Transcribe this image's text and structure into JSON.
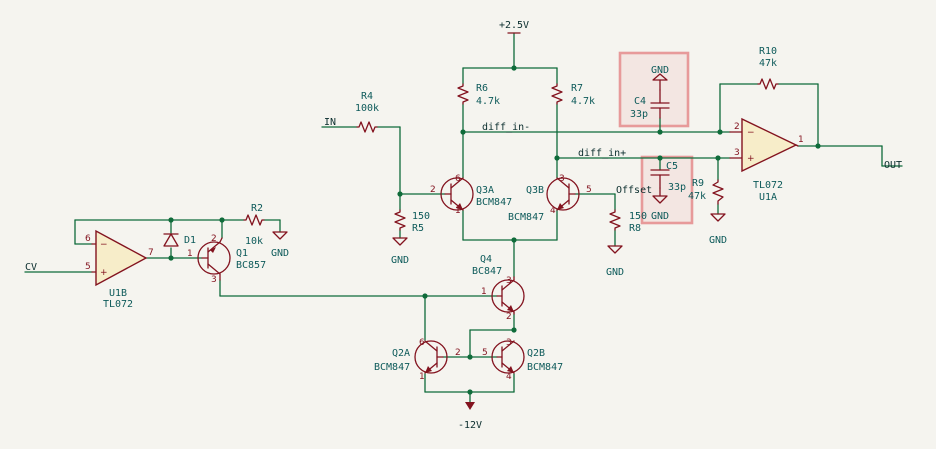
{
  "nets": {
    "vplus": "+2.5V",
    "vminus": "-12V",
    "in": "IN",
    "cv": "CV",
    "out": "OUT",
    "diff_in_minus": "diff_in-",
    "diff_in_plus": "diff_in+",
    "offset": "Offset",
    "gnd": "GND"
  },
  "components": {
    "R2": {
      "ref": "R2",
      "value": "10k"
    },
    "R4": {
      "ref": "R4",
      "value": "100k"
    },
    "R5": {
      "ref": "R5",
      "value": "150"
    },
    "R6": {
      "ref": "R6",
      "value": "4.7k"
    },
    "R7": {
      "ref": "R7",
      "value": "4.7k"
    },
    "R8": {
      "ref": "R8",
      "value": "150"
    },
    "R9": {
      "ref": "R9",
      "value": "47k"
    },
    "R10": {
      "ref": "R10",
      "value": "47k"
    },
    "C4": {
      "ref": "C4",
      "value": "33p"
    },
    "C5": {
      "ref": "C5",
      "value": "33p"
    },
    "D1": {
      "ref": "D1"
    },
    "Q1": {
      "ref": "Q1",
      "value": "BC857"
    },
    "Q2A": {
      "ref": "Q2A",
      "value": "BCM847"
    },
    "Q2B": {
      "ref": "Q2B",
      "value": "BCM847"
    },
    "Q3A": {
      "ref": "Q3A",
      "value": "BCM847"
    },
    "Q3B": {
      "ref": "Q3B",
      "value": "BCM847"
    },
    "Q4": {
      "ref": "Q4",
      "value": "BC847"
    },
    "U1A": {
      "ref": "U1A",
      "value": "TL072"
    },
    "U1B": {
      "ref": "U1B",
      "value": "TL072"
    }
  },
  "pins": {
    "p1": "1",
    "p2": "2",
    "p3": "3",
    "p4": "4",
    "p5": "5",
    "p6": "6",
    "p7": "7"
  },
  "signs": {
    "plus": "+",
    "minus": "−"
  }
}
